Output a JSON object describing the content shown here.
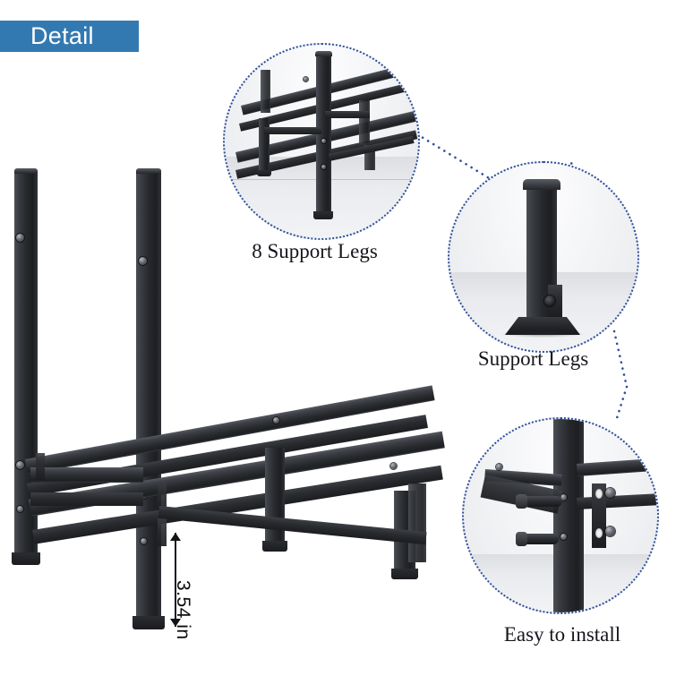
{
  "banner": {
    "label": "Detail",
    "color": "#3379b1",
    "text_color": "#ffffff"
  },
  "page": {
    "background": "#ffffff",
    "product": "metal firewood log rack frame",
    "accent_color": "#2f4f9e"
  },
  "main_product": {
    "name": "log-rack-frame",
    "dimension_annotation": {
      "label": "3.54 in",
      "value": 3.54,
      "unit": "in",
      "orientation": "vertical"
    }
  },
  "insets": [
    {
      "id": "support-legs-8",
      "caption": "8 Support Legs",
      "content": "underside view of rack showing eight support legs",
      "border_style": "dotted",
      "border_color": "#2f4f9e"
    },
    {
      "id": "support-leg-single",
      "caption": "Support Legs",
      "content": "close-up of single square support leg with base plate",
      "border_style": "dotted",
      "border_color": "#2f4f9e"
    },
    {
      "id": "easy-install",
      "caption": "Easy to install",
      "content": "close-up of bolted joint with bracket plate and screws",
      "border_style": "dotted",
      "border_color": "#2f4f9e"
    }
  ],
  "captions": {
    "legs8": "8 Support Legs",
    "legs": "Support Legs",
    "install": "Easy to install"
  }
}
